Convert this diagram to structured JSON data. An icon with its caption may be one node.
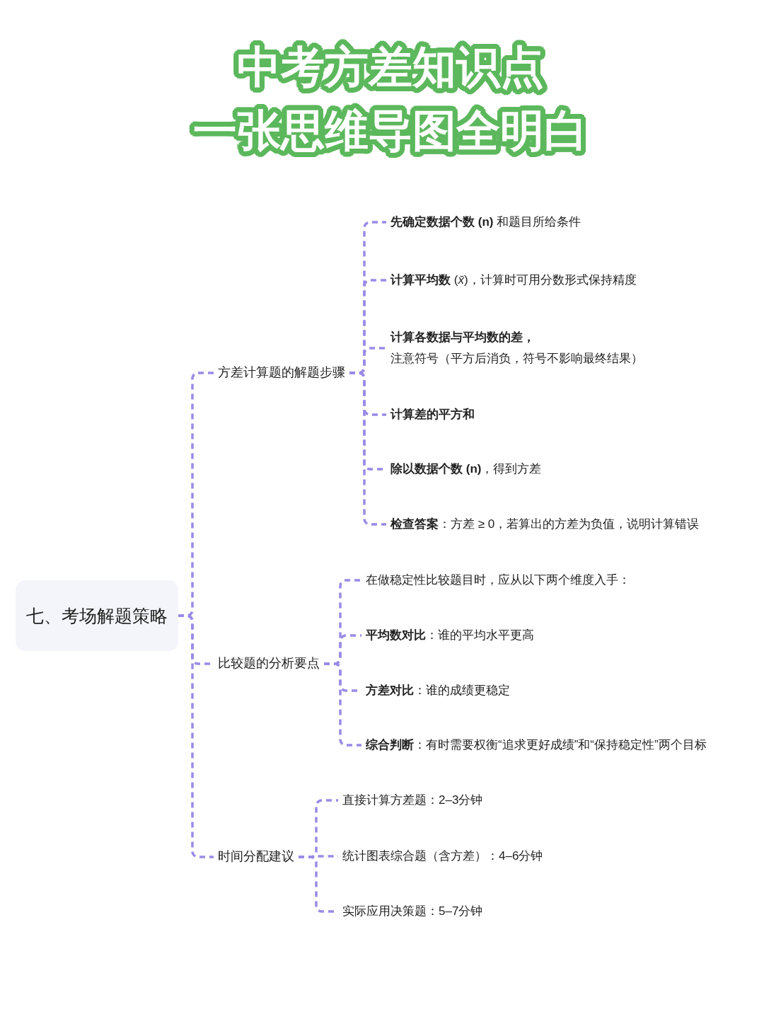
{
  "diagram": {
    "title": "中考方差知识点一张思维导图全明白",
    "nodes": [
      {
        "text": [
          "七、考场解题策略"
        ]
      },
      {
        "text": [
          "方差计算题的解题步骤"
        ]
      },
      {
        "text": [
          "**先确定数据个数 (n)** 和题目所给条件"
        ]
      },
      {
        "text": [
          "**计算平均数** (*x̄*)，计算时可用分数形式保持精度"
        ]
      },
      {
        "text": [
          "计算各数据与平均数的差，",
          "注意符号（平方后消负，符号不影响最终结果）"
        ]
      },
      {
        "text": [
          "计算差的平方和"
        ]
      },
      {
        "text": [
          "**除以数据个数 (n)**，得到方差"
        ]
      },
      {
        "text": [
          "**检查答案**：方差 ≥ 0，若算出的方差为负值，说明计算错误"
        ]
      },
      {
        "text": [
          "比较题的分析要点"
        ]
      },
      {
        "text": [
          "在做稳定性比较题目时，应从以下两个维度入手："
        ]
      },
      {
        "text": [
          "**平均数对比**：谁的平均水平更高"
        ]
      },
      {
        "text": [
          "**方差对比**：谁的成绩更稳定"
        ]
      },
      {
        "text": [
          "**综合判断**：有时需要权衡“追求更好成绩”和“保持稳定性”两个目标"
        ]
      },
      {
        "text": [
          "时间分配建议"
        ]
      },
      {
        "text": [
          "直接计算方差题：2–3分钟"
        ]
      },
      {
        "text": [
          "统计图表综合题（含方差）：4–6分钟"
        ]
      },
      {
        "text": [
          "实际应用决策题：5–7分钟"
        ]
      }
    ],
    "edges": [
      {
        "from": 0,
        "to": 1,
        "arrow": "none",
        "style": "dashed"
      },
      {
        "from": 0,
        "to": 8,
        "arrow": "none",
        "style": "dashed"
      },
      {
        "from": 0,
        "to": 13,
        "arrow": "none",
        "style": "dashed"
      },
      {
        "from": 1,
        "to": 2,
        "arrow": "none",
        "style": "dashed"
      },
      {
        "from": 1,
        "to": 3,
        "arrow": "none",
        "style": "dashed"
      },
      {
        "from": 1,
        "to": 4,
        "arrow": "none",
        "style": "dashed"
      },
      {
        "from": 1,
        "to": 5,
        "arrow": "none",
        "style": "dashed"
      },
      {
        "from": 1,
        "to": 6,
        "arrow": "none",
        "style": "dashed"
      },
      {
        "from": 1,
        "to": 7,
        "arrow": "none",
        "style": "dashed"
      },
      {
        "from": 8,
        "to": 9,
        "arrow": "none",
        "style": "dashed"
      },
      {
        "from": 8,
        "to": 10,
        "arrow": "none",
        "style": "dashed"
      },
      {
        "from": 8,
        "to": 11,
        "arrow": "none",
        "style": "dashed"
      },
      {
        "from": 8,
        "to": 12,
        "arrow": "none",
        "style": "dashed"
      },
      {
        "from": 13,
        "to": 14,
        "arrow": "none",
        "style": "dashed"
      },
      {
        "from": 13,
        "to": 15,
        "arrow": "none",
        "style": "dashed"
      },
      {
        "from": 13,
        "to": 16,
        "arrow": "none",
        "style": "dashed"
      }
    ]
  }
}
